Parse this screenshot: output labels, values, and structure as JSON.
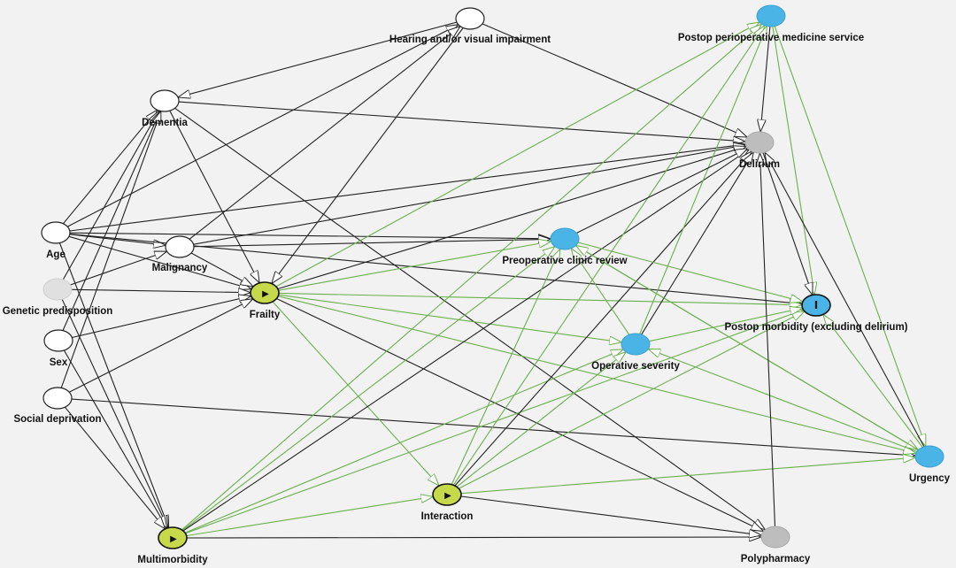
{
  "colors": {
    "background": "#f2f2f2",
    "ancestor": "#ffffff",
    "unobserved": "#e0e0e0",
    "exposure": "#c5d94a",
    "outcome_ancestor": "#4ab4e6",
    "outcome": "#4ab4e6",
    "other": "#bdbdbd",
    "causal_path": "#6ab04c",
    "biasing_path": "#222222"
  },
  "nodes": [
    {
      "id": "hearing",
      "label": "Hearing and/or visual impairment",
      "kind": "ancestor"
    },
    {
      "id": "dementia",
      "label": "Dementia",
      "kind": "ancestor"
    },
    {
      "id": "age",
      "label": "Age",
      "kind": "ancestor"
    },
    {
      "id": "malignancy",
      "label": "Malignancy",
      "kind": "ancestor"
    },
    {
      "id": "genetic",
      "label": "Genetic predisposition",
      "kind": "unobserved"
    },
    {
      "id": "sex",
      "label": "Sex",
      "kind": "ancestor"
    },
    {
      "id": "social",
      "label": "Social deprivation",
      "kind": "ancestor"
    },
    {
      "id": "frailty",
      "label": "Frailty",
      "kind": "exposure",
      "symbol": "▶"
    },
    {
      "id": "multimorbidity",
      "label": "Multimorbidity",
      "kind": "exposure",
      "symbol": "▶"
    },
    {
      "id": "interaction",
      "label": "Interaction",
      "kind": "exposure",
      "symbol": "▶"
    },
    {
      "id": "postop_service",
      "label": "Postop perioperative medicine service",
      "kind": "outcome_ancestor"
    },
    {
      "id": "delirium",
      "label": "Delirium",
      "kind": "other"
    },
    {
      "id": "preop_clinic",
      "label": "Preoperative clinic review",
      "kind": "outcome_ancestor"
    },
    {
      "id": "postop_morbidity",
      "label": "Postop morbidity (excluding delirium)",
      "kind": "outcome",
      "symbol": "I"
    },
    {
      "id": "operative_severity",
      "label": "Operative severity",
      "kind": "outcome_ancestor"
    },
    {
      "id": "urgency",
      "label": "Urgency",
      "kind": "outcome_ancestor"
    },
    {
      "id": "polypharmacy",
      "label": "Polypharmacy",
      "kind": "other"
    }
  ],
  "edges": [
    {
      "from": "hearing",
      "to": "dementia",
      "type": "biasing"
    },
    {
      "from": "hearing",
      "to": "delirium",
      "type": "biasing"
    },
    {
      "from": "hearing",
      "to": "frailty",
      "type": "biasing"
    },
    {
      "from": "age",
      "to": "hearing",
      "type": "biasing"
    },
    {
      "from": "malignancy",
      "to": "hearing",
      "type": "biasing"
    },
    {
      "from": "dementia",
      "to": "delirium",
      "type": "biasing"
    },
    {
      "from": "dementia",
      "to": "frailty",
      "type": "biasing"
    },
    {
      "from": "dementia",
      "to": "polypharmacy",
      "type": "biasing"
    },
    {
      "from": "age",
      "to": "dementia",
      "type": "biasing"
    },
    {
      "from": "genetic",
      "to": "dementia",
      "type": "biasing"
    },
    {
      "from": "sex",
      "to": "dementia",
      "type": "biasing"
    },
    {
      "from": "social",
      "to": "dementia",
      "type": "biasing"
    },
    {
      "from": "age",
      "to": "malignancy",
      "type": "biasing"
    },
    {
      "from": "age",
      "to": "frailty",
      "type": "biasing"
    },
    {
      "from": "age",
      "to": "delirium",
      "type": "biasing"
    },
    {
      "from": "age",
      "to": "preop_clinic",
      "type": "biasing"
    },
    {
      "from": "age",
      "to": "multimorbidity",
      "type": "biasing"
    },
    {
      "from": "age",
      "to": "postop_morbidity",
      "type": "biasing"
    },
    {
      "from": "genetic",
      "to": "malignancy",
      "type": "biasing"
    },
    {
      "from": "genetic",
      "to": "frailty",
      "type": "biasing"
    },
    {
      "from": "genetic",
      "to": "multimorbidity",
      "type": "biasing"
    },
    {
      "from": "malignancy",
      "to": "frailty",
      "type": "biasing"
    },
    {
      "from": "malignancy",
      "to": "delirium",
      "type": "biasing"
    },
    {
      "from": "malignancy",
      "to": "preop_clinic",
      "type": "biasing"
    },
    {
      "from": "sex",
      "to": "frailty",
      "type": "biasing"
    },
    {
      "from": "sex",
      "to": "multimorbidity",
      "type": "biasing"
    },
    {
      "from": "social",
      "to": "frailty",
      "type": "biasing"
    },
    {
      "from": "social",
      "to": "multimorbidity",
      "type": "biasing"
    },
    {
      "from": "social",
      "to": "urgency",
      "type": "biasing"
    },
    {
      "from": "frailty",
      "to": "delirium",
      "type": "biasing"
    },
    {
      "from": "frailty",
      "to": "polypharmacy",
      "type": "biasing"
    },
    {
      "from": "frailty",
      "to": "interaction",
      "type": "causal"
    },
    {
      "from": "frailty",
      "to": "postop_service",
      "type": "causal"
    },
    {
      "from": "frailty",
      "to": "preop_clinic",
      "type": "causal"
    },
    {
      "from": "frailty",
      "to": "operative_severity",
      "type": "causal"
    },
    {
      "from": "frailty",
      "to": "postop_morbidity",
      "type": "causal"
    },
    {
      "from": "frailty",
      "to": "urgency",
      "type": "causal"
    },
    {
      "from": "multimorbidity",
      "to": "polypharmacy",
      "type": "biasing"
    },
    {
      "from": "multimorbidity",
      "to": "delirium",
      "type": "biasing"
    },
    {
      "from": "multimorbidity",
      "to": "interaction",
      "type": "causal"
    },
    {
      "from": "multimorbidity",
      "to": "preop_clinic",
      "type": "causal"
    },
    {
      "from": "multimorbidity",
      "to": "postop_service",
      "type": "causal"
    },
    {
      "from": "multimorbidity",
      "to": "operative_severity",
      "type": "causal"
    },
    {
      "from": "multimorbidity",
      "to": "postop_morbidity",
      "type": "causal"
    },
    {
      "from": "interaction",
      "to": "polypharmacy",
      "type": "biasing"
    },
    {
      "from": "interaction",
      "to": "delirium",
      "type": "biasing"
    },
    {
      "from": "interaction",
      "to": "preop_clinic",
      "type": "causal"
    },
    {
      "from": "interaction",
      "to": "postop_service",
      "type": "causal"
    },
    {
      "from": "interaction",
      "to": "operative_severity",
      "type": "causal"
    },
    {
      "from": "interaction",
      "to": "postop_morbidity",
      "type": "causal"
    },
    {
      "from": "interaction",
      "to": "urgency",
      "type": "causal"
    },
    {
      "from": "postop_service",
      "to": "delirium",
      "type": "biasing"
    },
    {
      "from": "postop_service",
      "to": "postop_morbidity",
      "type": "causal"
    },
    {
      "from": "postop_service",
      "to": "urgency",
      "type": "causal"
    },
    {
      "from": "operative_severity",
      "to": "postop_service",
      "type": "causal"
    },
    {
      "from": "preop_clinic",
      "to": "delirium",
      "type": "biasing"
    },
    {
      "from": "preop_clinic",
      "to": "postop_morbidity",
      "type": "causal"
    },
    {
      "from": "preop_clinic",
      "to": "urgency",
      "type": "causal"
    },
    {
      "from": "operative_severity",
      "to": "delirium",
      "type": "biasing"
    },
    {
      "from": "operative_severity",
      "to": "preop_clinic",
      "type": "causal"
    },
    {
      "from": "operative_severity",
      "to": "postop_morbidity",
      "type": "causal"
    },
    {
      "from": "urgency",
      "to": "operative_severity",
      "type": "causal"
    },
    {
      "from": "urgency",
      "to": "postop_morbidity",
      "type": "causal"
    },
    {
      "from": "urgency",
      "to": "delirium",
      "type": "biasing"
    },
    {
      "from": "urgency",
      "to": "preop_clinic",
      "type": "causal"
    },
    {
      "from": "delirium",
      "to": "postop_morbidity",
      "type": "biasing"
    },
    {
      "from": "polypharmacy",
      "to": "delirium",
      "type": "biasing"
    }
  ]
}
